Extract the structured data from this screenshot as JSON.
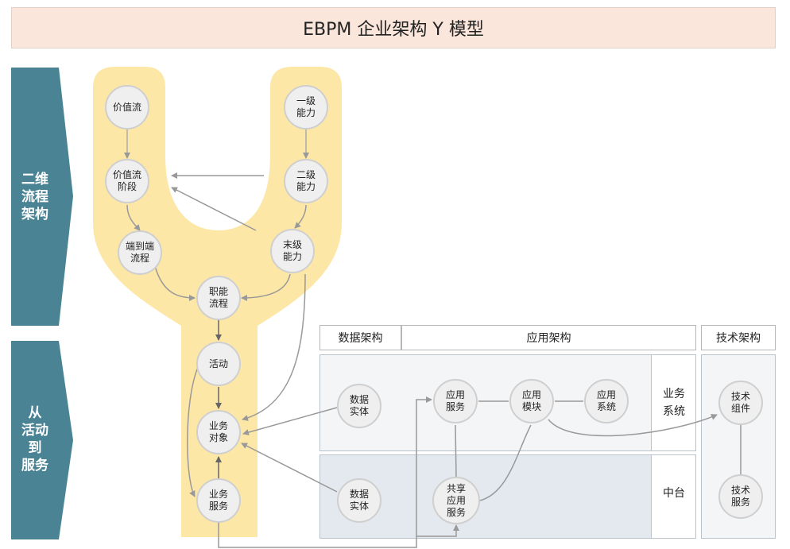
{
  "title": "EBPM 企业架构 Y 模型",
  "side_labels": {
    "top": "二维\n流程\n架构",
    "bottom": "从\n活动\n到\n服务"
  },
  "headers": {
    "data_arch": "数据架构",
    "app_arch": "应用架构",
    "tech_arch": "技术架构"
  },
  "region_labels": {
    "business_system": "业务\n系统",
    "middle_platform": "中台"
  },
  "nodes": {
    "value_stream": "价值流",
    "value_stream_stage": "价值流\n阶段",
    "end_to_end_process": "端到端\n流程",
    "level1_capability": "一级\n能力",
    "level2_capability": "二级\n能力",
    "last_capability": "末级\n能力",
    "functional_process": "职能\n流程",
    "activity": "活动",
    "business_object": "业务\n对象",
    "business_service": "业务\n服务",
    "data_entity_1": "数据\n实体",
    "data_entity_2": "数据\n实体",
    "app_service": "应用\n服务",
    "app_module": "应用\n模块",
    "app_system": "应用\n系统",
    "shared_app_service": "共享\n应用\n服务",
    "tech_component": "技术\n组件",
    "tech_service": "技术\n服务"
  },
  "colors": {
    "y_shape": "#fde7a6",
    "side_arrow": "#4a8394",
    "title_bg": "#fbe6dc",
    "region_top": "#f3f5f7",
    "region_bottom": "#e3e9ef",
    "node_fill": "#efefef",
    "connector": "#999999"
  }
}
